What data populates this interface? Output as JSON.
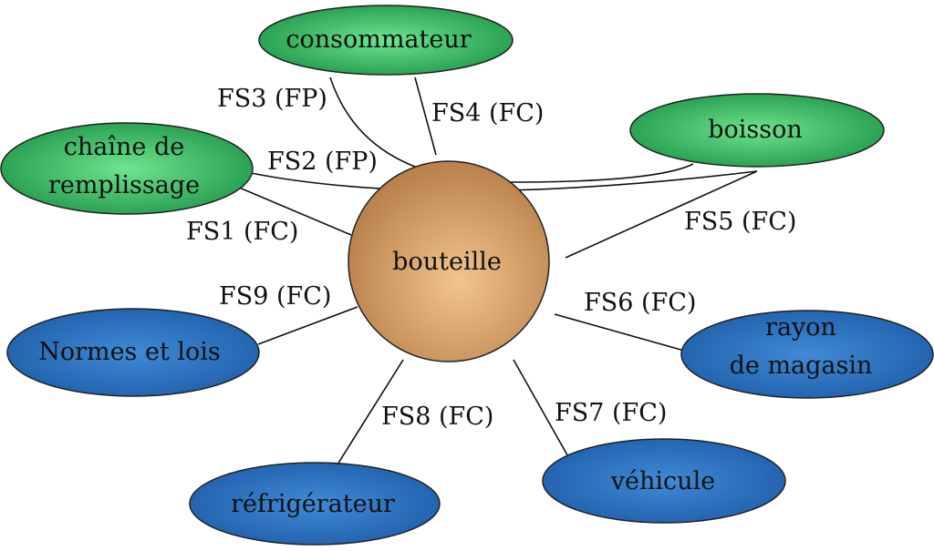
{
  "center": {
    "label": "bouteille"
  },
  "nodes": {
    "consommateur": "consommateur",
    "boisson": "boisson",
    "chaine_line1": "chaîne de",
    "chaine_line2": "remplissage",
    "normes": "Normes et lois",
    "rayon_line1": "rayon",
    "rayon_line2": "de magasin",
    "vehicule": "véhicule",
    "refrigerateur": "réfrigérateur"
  },
  "functions": {
    "fs1": "FS1 (FC)",
    "fs2": "FS2 (FP)",
    "fs3": "FS3 (FP)",
    "fs4": "FS4 (FC)",
    "fs5": "FS5 (FC)",
    "fs6": "FS6 (FC)",
    "fs7": "FS7 (FC)",
    "fs8": "FS8 (FC)",
    "fs9": "FS9 (FC)"
  },
  "colors": {
    "green": "#2fb060",
    "blue": "#2a6fb8",
    "bottle": "#d9a06a"
  }
}
